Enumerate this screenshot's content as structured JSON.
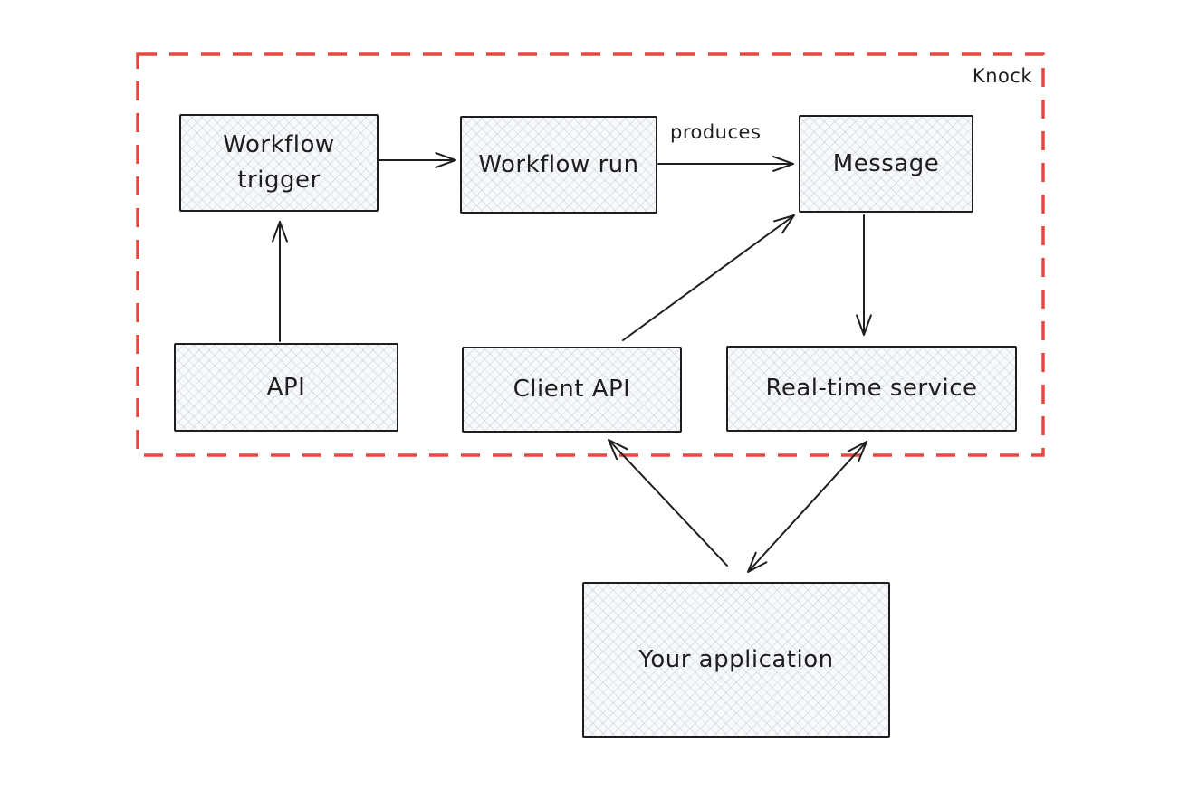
{
  "diagram": {
    "boundary_label": "Knock",
    "nodes": {
      "workflow_trigger": "Workflow trigger",
      "workflow_run": "Workflow run",
      "message": "Message",
      "api": "API",
      "client_api": "Client API",
      "realtime_service": "Real-time service",
      "your_application": "Your application"
    },
    "edges": [
      {
        "from": "workflow_trigger",
        "to": "workflow_run",
        "label": "",
        "bidirectional": false
      },
      {
        "from": "workflow_run",
        "to": "message",
        "label": "produces",
        "bidirectional": false
      },
      {
        "from": "api",
        "to": "workflow_trigger",
        "label": "",
        "bidirectional": false
      },
      {
        "from": "client_api",
        "to": "message",
        "label": "",
        "bidirectional": false
      },
      {
        "from": "message",
        "to": "realtime_service",
        "label": "",
        "bidirectional": false
      },
      {
        "from": "your_application",
        "to": "client_api",
        "label": "",
        "bidirectional": false
      },
      {
        "from": "your_application",
        "to": "realtime_service",
        "label": "",
        "bidirectional": true
      }
    ],
    "colors": {
      "boundary": "#e8463f",
      "stroke": "#1e1e1e",
      "node_fill": "#f8f9fb"
    }
  }
}
